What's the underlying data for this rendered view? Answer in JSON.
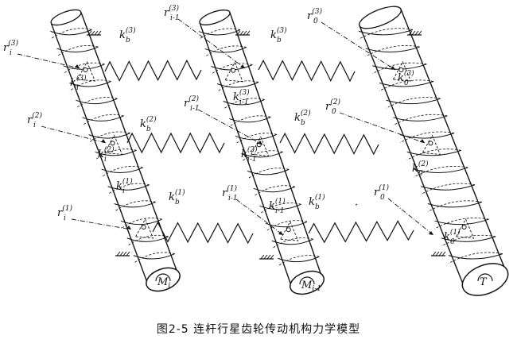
{
  "caption": "图2-5 连杆行星齿轮传动机构力学模型",
  "shafts": [
    {
      "end_label": "M",
      "end_sub": "i",
      "mass_labels": [
        {
          "main": "k",
          "sub": "i",
          "sup": "(3)"
        },
        {
          "main": "k",
          "sub": "i",
          "sup": "(2)"
        },
        {
          "main": "k",
          "sub": "i",
          "sup": "(1)"
        }
      ],
      "r_labels": [
        {
          "main": "r",
          "sub": "i",
          "sup": "(3)"
        },
        {
          "main": "r",
          "sub": "i",
          "sup": "(2)"
        },
        {
          "main": "r",
          "sub": "i",
          "sup": "(1)"
        }
      ]
    },
    {
      "end_label": "M",
      "end_sub": "i-1",
      "mass_labels": [
        {
          "main": "k",
          "sub": "i-1",
          "sup": "(3)"
        },
        {
          "main": "k",
          "sub": "i-1",
          "sup": "(2)"
        },
        {
          "main": "k",
          "sub": "i-1",
          "sup": "(1)"
        }
      ],
      "r_labels": [
        {
          "main": "r",
          "sub": "i-1",
          "sup": "(3)"
        },
        {
          "main": "r",
          "sub": "i-1",
          "sup": "(2)"
        },
        {
          "main": "r",
          "sub": "i-1",
          "sup": "(1)"
        }
      ]
    },
    {
      "end_label": "T",
      "end_sub": "",
      "mass_labels": [
        {
          "main": "k",
          "sub": "0",
          "sup": "(3)"
        },
        {
          "main": "k",
          "sub": "0",
          "sup": "(2)"
        },
        {
          "main": "k",
          "sub": "0",
          "sup": "(1)"
        }
      ],
      "r_labels": [
        {
          "main": "r",
          "sub": "0",
          "sup": "(3)"
        },
        {
          "main": "r",
          "sub": "0",
          "sup": "(2)"
        },
        {
          "main": "r",
          "sub": "0",
          "sup": "(1)"
        }
      ]
    }
  ],
  "springs": [
    {
      "main": "k",
      "sub": "b",
      "sup": "(3)"
    },
    {
      "main": "k",
      "sub": "b",
      "sup": "(3)"
    },
    {
      "main": "k",
      "sub": "b",
      "sup": "(2)"
    },
    {
      "main": "k",
      "sub": "b",
      "sup": "(2)"
    },
    {
      "main": "k",
      "sub": "b",
      "sup": "(1)"
    },
    {
      "main": "k",
      "sub": "b",
      "sup": "(1)"
    }
  ],
  "separator_dot": "·",
  "colors": {
    "ink": "#111111",
    "background": "#ffffff"
  }
}
